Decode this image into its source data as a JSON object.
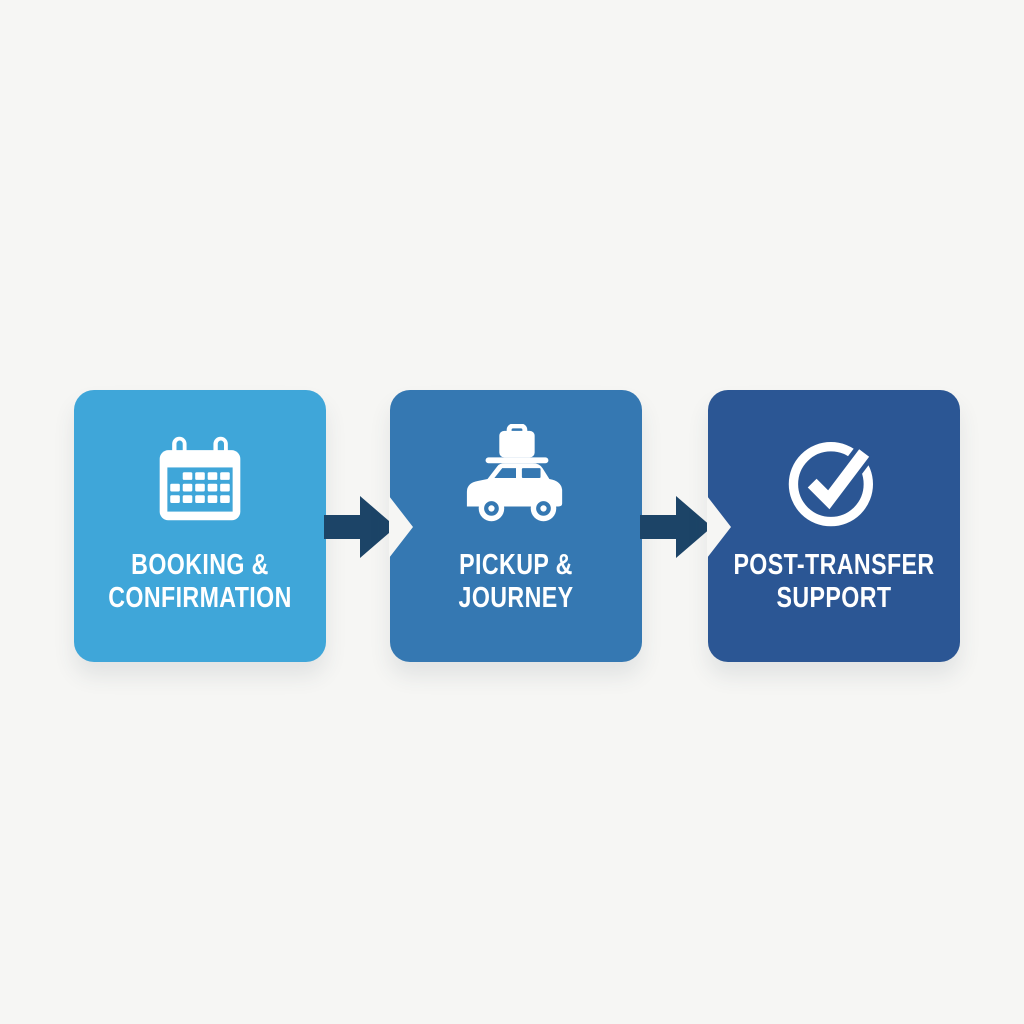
{
  "diagram_type": "process-flow",
  "colors": {
    "background": "#F6F6F4",
    "arrow": "#1C4467",
    "card_text": "#FFFFFF"
  },
  "steps": [
    {
      "name": "booking-confirmation",
      "line1": "BOOKING &",
      "line2": "CONFIRMATION",
      "icon": "calendar-icon",
      "color": "#3FA6D9"
    },
    {
      "name": "pickup-journey",
      "line1": "PICKUP &",
      "line2": "JOURNEY",
      "icon": "car-with-luggage-icon",
      "color": "#3578B2"
    },
    {
      "name": "post-transfer-support",
      "line1": "POST-TRANSFER",
      "line2": "SUPPORT",
      "icon": "check-circle-icon",
      "color": "#2B5694"
    }
  ],
  "connectors": [
    {
      "name": "arrow-1",
      "from": "booking-confirmation",
      "to": "pickup-journey"
    },
    {
      "name": "arrow-2",
      "from": "pickup-journey",
      "to": "post-transfer-support"
    }
  ]
}
